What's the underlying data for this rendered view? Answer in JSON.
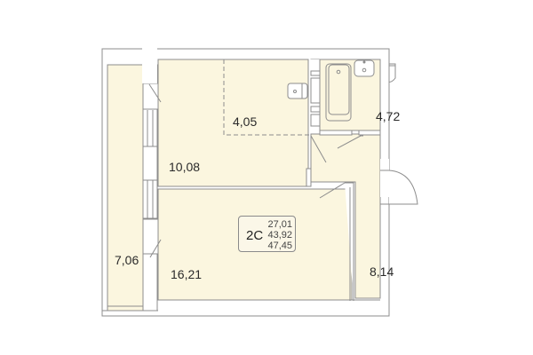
{
  "plan": {
    "type": "apartment-floor-plan",
    "colors": {
      "floor": "#fbf6df",
      "wall": "#ffffff",
      "outline": "#8c8c8c",
      "text": "#2a2a2a"
    },
    "rooms": [
      {
        "id": "balcony",
        "area": "7,06"
      },
      {
        "id": "kitchen",
        "area": "10,08"
      },
      {
        "id": "dining-zone",
        "area": "4,05"
      },
      {
        "id": "bathroom",
        "area": "4,72"
      },
      {
        "id": "living-room",
        "area": "16,21"
      },
      {
        "id": "hallway",
        "area": "8,14"
      }
    ],
    "badge": {
      "code": "2C",
      "living_area": "27,01",
      "total_area": "43,92",
      "total_with_balcony": "47,45"
    }
  }
}
